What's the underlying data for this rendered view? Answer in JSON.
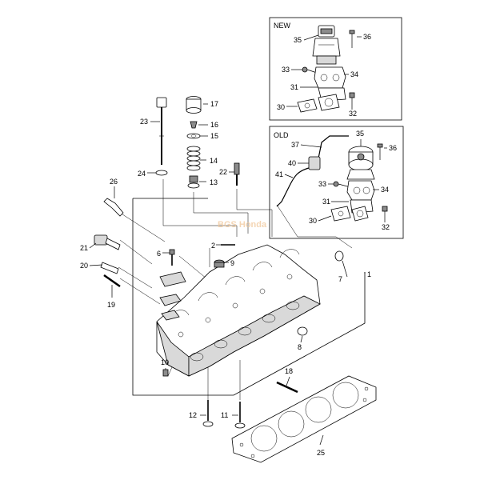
{
  "boxes": {
    "new_title": "NEW",
    "old_title": "OLD"
  },
  "watermark": "BGS Honda",
  "callouts": [
    {
      "id": "c1",
      "text": "1"
    },
    {
      "id": "c2",
      "text": "2"
    },
    {
      "id": "c6",
      "text": "6"
    },
    {
      "id": "c7",
      "text": "7"
    },
    {
      "id": "c8",
      "text": "8"
    },
    {
      "id": "c9",
      "text": "9"
    },
    {
      "id": "c10",
      "text": "10"
    },
    {
      "id": "c11",
      "text": "11"
    },
    {
      "id": "c12",
      "text": "12"
    },
    {
      "id": "c13",
      "text": "13"
    },
    {
      "id": "c14",
      "text": "14"
    },
    {
      "id": "c15",
      "text": "15"
    },
    {
      "id": "c16",
      "text": "16"
    },
    {
      "id": "c17",
      "text": "17"
    },
    {
      "id": "c18",
      "text": "18"
    },
    {
      "id": "c19",
      "text": "19"
    },
    {
      "id": "c20",
      "text": "20"
    },
    {
      "id": "c21",
      "text": "21"
    },
    {
      "id": "c22",
      "text": "22"
    },
    {
      "id": "c23",
      "text": "23"
    },
    {
      "id": "c24",
      "text": "24"
    },
    {
      "id": "c25",
      "text": "25"
    },
    {
      "id": "c26",
      "text": "26"
    },
    {
      "id": "n30",
      "text": "30"
    },
    {
      "id": "n31",
      "text": "31"
    },
    {
      "id": "n32",
      "text": "32"
    },
    {
      "id": "n33",
      "text": "33"
    },
    {
      "id": "n34",
      "text": "34"
    },
    {
      "id": "n35",
      "text": "35"
    },
    {
      "id": "n36",
      "text": "36"
    },
    {
      "id": "o30",
      "text": "30"
    },
    {
      "id": "o31",
      "text": "31"
    },
    {
      "id": "o32",
      "text": "32"
    },
    {
      "id": "o33",
      "text": "33"
    },
    {
      "id": "o34",
      "text": "34"
    },
    {
      "id": "o35",
      "text": "35"
    },
    {
      "id": "o36",
      "text": "36"
    },
    {
      "id": "o37",
      "text": "37"
    },
    {
      "id": "o40",
      "text": "40"
    },
    {
      "id": "o41",
      "text": "41"
    }
  ]
}
